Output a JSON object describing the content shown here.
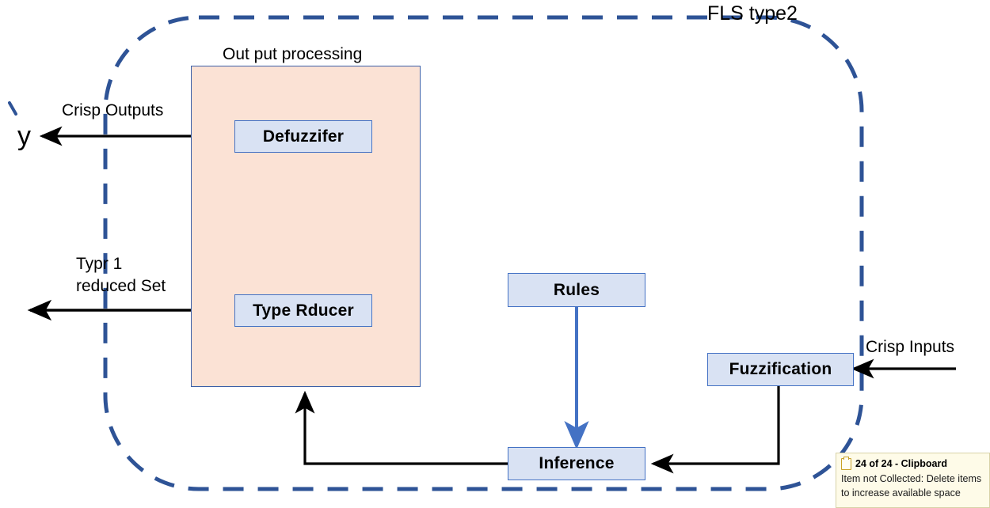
{
  "diagram": {
    "title": "FLS type2",
    "panel_label": "Out put processing",
    "nodes": {
      "defuzzifier": "Defuzzifer",
      "type_reducer": "Type Rducer",
      "rules": "Rules",
      "fuzzification": "Fuzzification",
      "inference": "Inference"
    },
    "labels": {
      "crisp_outputs": "Crisp Outputs",
      "type1_reduced_set": "Typr 1\nreduced Set",
      "crisp_inputs": "Crisp Inputs",
      "output_variable": "y"
    },
    "colors": {
      "node_fill": "#D9E2F3",
      "node_border": "#4472C4",
      "panel_fill": "#FBE2D5",
      "panel_border": "#3B5FA8",
      "boundary_dash": "#2E5396",
      "arrow_black": "#000000",
      "arrow_blue": "#4472C4"
    }
  },
  "tooltip": {
    "icon": "clipboard-icon",
    "title": "24 of 24 - Clipboard",
    "body": "Item not Collected: Delete items\nto increase available space"
  }
}
